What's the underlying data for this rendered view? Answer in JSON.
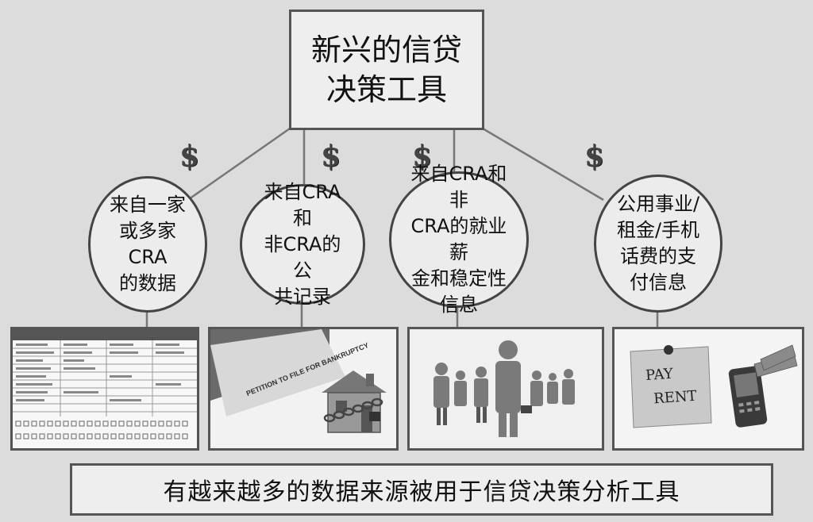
{
  "title": "新兴的信贷\n决策工具",
  "nodes": [
    {
      "label": "来自一家\n或多家CRA\n的数据",
      "image": "credit-report-document"
    },
    {
      "label": "来自CRA和\n非CRA的公\n共记录",
      "image": "bankruptcy-petition-house-chained"
    },
    {
      "label": "来自CRA和非\nCRA的就业薪\n金和稳定性\n信息",
      "image": "business-people-figures"
    },
    {
      "label": "公用事业/\n租金/手机\n话费的支\n付信息",
      "image": "pay-rent-note-and-phone"
    }
  ],
  "dollar_symbol": "$",
  "footer": "有越来越多的数据来源被用于信贷决策分析工具",
  "images": {
    "bankruptcy_text": "PETITION TO FILE FOR BANKRUPTCY",
    "pay_rent_note": "PAY\nRENT"
  }
}
